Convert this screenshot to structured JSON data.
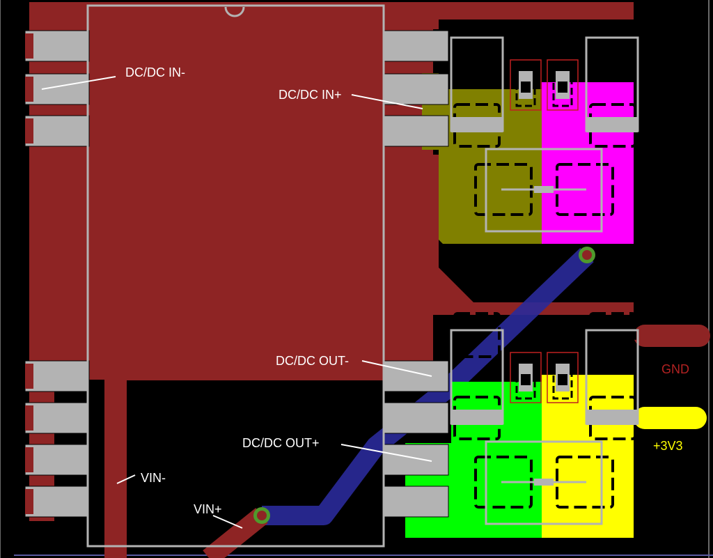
{
  "labels": {
    "dcdc_in_minus": "DC/DC IN-",
    "dcdc_in_plus": "DC/DC IN+",
    "dcdc_out_minus": "DC/DC OUT-",
    "dcdc_out_plus": "DC/DC OUT+",
    "vin_minus": "VIN-",
    "vin_plus": "VIN+",
    "gnd": "GND",
    "v3v3": "+3V3"
  },
  "colors": {
    "background": "#000000",
    "top_copper": "#8e2424",
    "bottom_copper": "#2a2a9a",
    "silkscreen": "#b3b3b3",
    "label_white": "#ffffff",
    "net_olive": "#808000",
    "net_magenta": "#ff00ff",
    "net_green": "#00ff00",
    "net_yellow": "#ffff00",
    "via_ring": "#4f9a2c",
    "gnd_text": "#b22222",
    "v3v3_text": "#ffff00",
    "keepout": "#c02020"
  }
}
